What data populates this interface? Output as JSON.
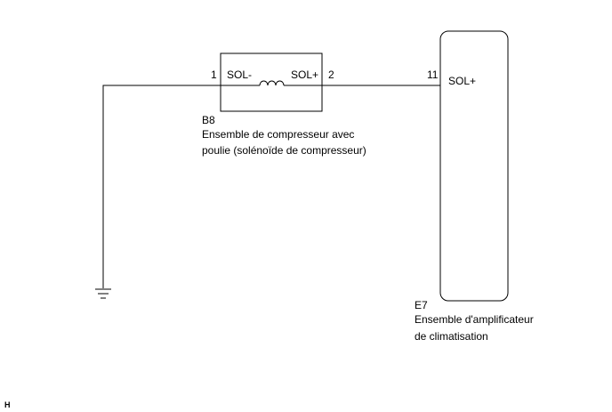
{
  "components": {
    "b8": {
      "code": "B8",
      "name_line1": "Ensemble de compresseur avec",
      "name_line2": "poulie (solénoïde de compresseur)",
      "pin_left_number": "1",
      "pin_left_label": "SOL-",
      "pin_right_number": "2",
      "pin_right_label": "SOL+"
    },
    "e7": {
      "code": "E7",
      "name_line1": "Ensemble d'amplificateur",
      "name_line2": "de climatisation",
      "pin_number": "11",
      "pin_label": "SOL+"
    }
  },
  "corner_mark": "H",
  "colors": {
    "line": "#000000",
    "background": "#ffffff"
  },
  "icons": [
    "ground-icon",
    "solenoid-coil-icon"
  ]
}
